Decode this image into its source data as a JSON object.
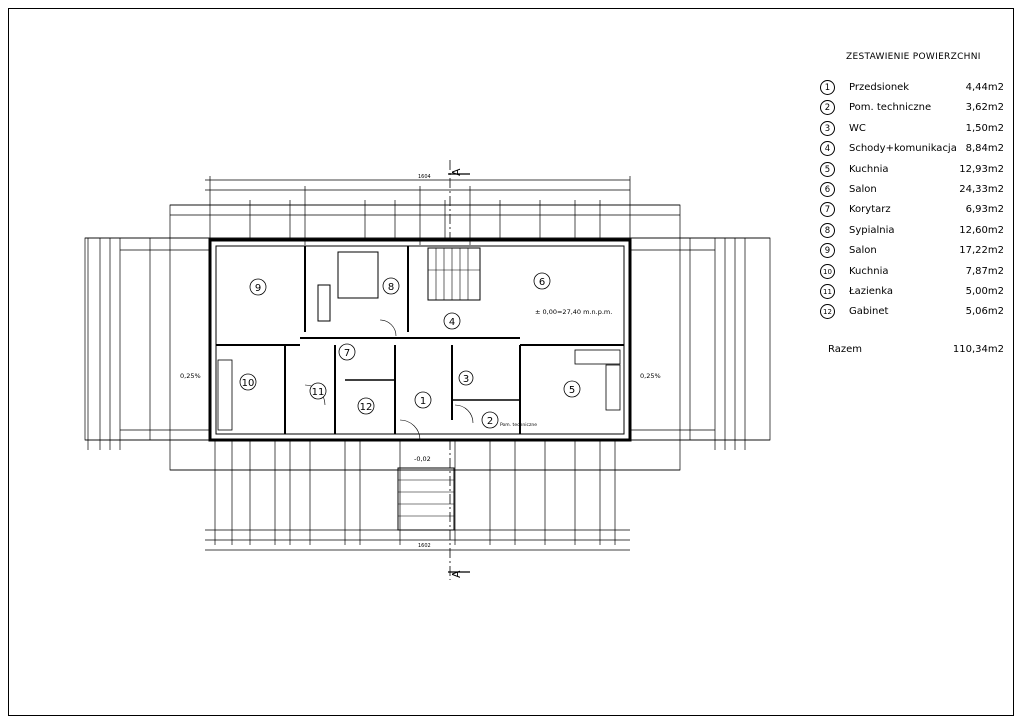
{
  "legend": {
    "title": "ZESTAWIENIE POWIERZCHNI",
    "rooms": [
      {
        "no": "1",
        "name": "Przedsionek",
        "area": "4,44m2"
      },
      {
        "no": "2",
        "name": "Pom. techniczne",
        "area": "3,62m2"
      },
      {
        "no": "3",
        "name": "WC",
        "area": "1,50m2"
      },
      {
        "no": "4",
        "name": "Schody+komunikacja",
        "area": "8,84m2"
      },
      {
        "no": "5",
        "name": "Kuchnia",
        "area": "12,93m2"
      },
      {
        "no": "6",
        "name": "Salon",
        "area": "24,33m2"
      },
      {
        "no": "7",
        "name": "Korytarz",
        "area": "6,93m2"
      },
      {
        "no": "8",
        "name": "Sypialnia",
        "area": "12,60m2"
      },
      {
        "no": "9",
        "name": "Salon",
        "area": "17,22m2"
      },
      {
        "no": "10",
        "name": "Kuchnia",
        "area": "7,87m2"
      },
      {
        "no": "11",
        "name": "Łazienka",
        "area": "5,00m2"
      },
      {
        "no": "12",
        "name": "Gabinet",
        "area": "5,06m2"
      }
    ],
    "total_label": "Razem",
    "total_value": "110,34m2"
  },
  "plan": {
    "section_mark": "A",
    "level_main": "± 0,00=27,40 m.n.p.m.",
    "level_entry": "-0,02",
    "slope_left": "0,25%",
    "slope_right": "0,25%",
    "dim_top_total": "1604",
    "dim_bottom_total": "1602",
    "tech_room_label": "Pom. techniczne",
    "room_marks": [
      "1",
      "2",
      "3",
      "4",
      "5",
      "6",
      "7",
      "8",
      "9",
      "10",
      "11",
      "12"
    ]
  }
}
